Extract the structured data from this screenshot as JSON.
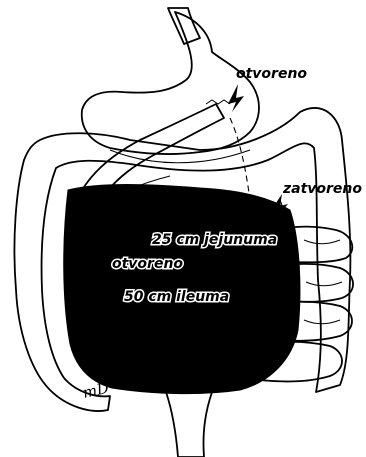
{
  "labels": {
    "otvoreno_top": "otvoreno",
    "zatvoreno": "zatvoreno",
    "jejunum": "25 cm jejunuma",
    "otvoreno_mid": "otvoreno",
    "ileum": "50 cm ileuma"
  },
  "signature": "mD",
  "colors": {
    "background": "#ffffff",
    "ink": "#000000",
    "bowel_fill": "#ffffff",
    "cavity_fill": "#000000"
  }
}
